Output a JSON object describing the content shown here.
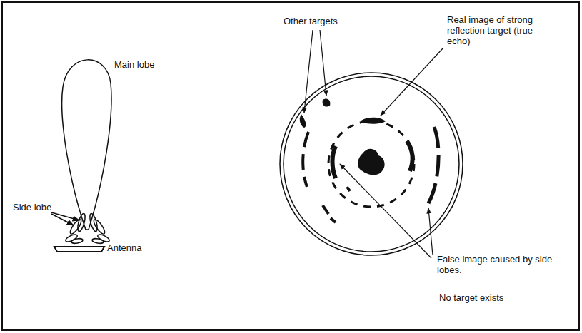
{
  "diagram": {
    "labels": [
      "Main lobe",
      "Side lobe",
      "Antenna",
      "Other targets",
      "Real image of strong reflection target (true echo)",
      "False image caused by side lobes.",
      "No target exists"
    ]
  }
}
